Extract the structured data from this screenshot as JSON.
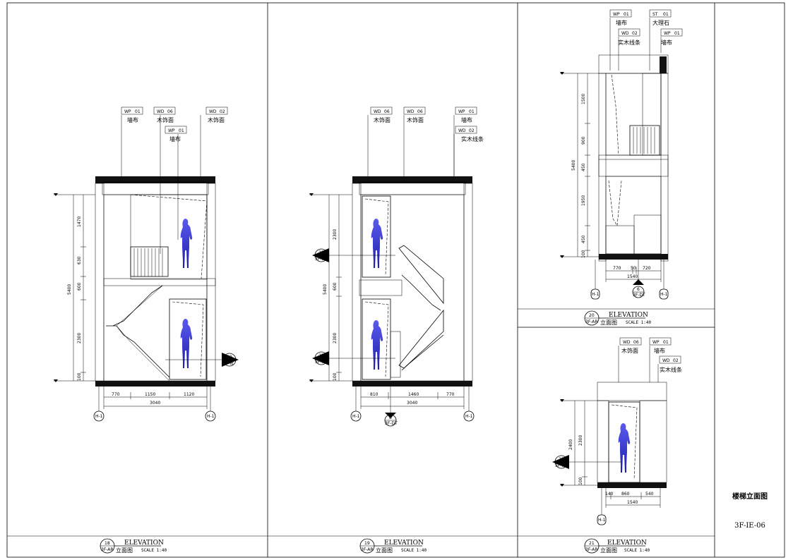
{
  "sheet": {
    "title": "楼梯立面图",
    "number": "3F-IE-06"
  },
  "views": [
    {
      "id": "v18",
      "tag_no": "18",
      "tag_ref": "3F-AR",
      "title": "ELEVATION",
      "subtitle": "立面图",
      "scale": "SCALE 1:40",
      "callouts": [
        {
          "code": "WP",
          "num": "01",
          "label": "墙布"
        },
        {
          "code": "WD",
          "num": "06",
          "label": "木饰面"
        },
        {
          "code": "WP",
          "num": "01",
          "label": "墙布"
        },
        {
          "code": "WD",
          "num": "02",
          "label": "木饰面"
        }
      ],
      "dims_h": [
        "770",
        "1150",
        "1120"
      ],
      "dim_total": "3040",
      "dims_v": [
        "1470",
        "630",
        "600",
        "2300",
        "100"
      ],
      "dim_v_total": "5400",
      "axes": [
        "H-1",
        "H-1"
      ],
      "section_ref": {
        "num": "20",
        "ref": "3F-IE"
      }
    },
    {
      "id": "v19",
      "tag_no": "19",
      "tag_ref": "3F-AR",
      "title": "ELEVATION",
      "subtitle": "立面图",
      "scale": "SCALE 1:40",
      "callouts": [
        {
          "code": "WD",
          "num": "06",
          "label": "木饰面"
        },
        {
          "code": "WD",
          "num": "06",
          "label": "木饰面"
        },
        {
          "code": "WP",
          "num": "01",
          "label": "墙布"
        },
        {
          "code": "WD",
          "num": "02",
          "label": "实木线条"
        }
      ],
      "dims_h": [
        "810",
        "1460",
        "770"
      ],
      "dim_total": "3040",
      "dims_v": [
        "2300",
        "600",
        "2300",
        "100"
      ],
      "dim_v_total": "5400",
      "axes": [
        "H-1",
        "H-1"
      ],
      "section_refs": [
        {
          "num": "22",
          "ref": "3F-IE"
        },
        {
          "num": "22",
          "ref": "3F-IE"
        }
      ],
      "bottom_ref": {
        "num": "6",
        "ref": "3F-DT"
      }
    },
    {
      "id": "v20",
      "tag_no": "20",
      "tag_ref": "3F-AR",
      "title": "ELEVATION",
      "subtitle": "立面图",
      "scale": "SCALE 1:40",
      "callouts": [
        {
          "code": "WP",
          "num": "01",
          "label": "墙布"
        },
        {
          "code": "ST",
          "num": "01",
          "label": "大理石"
        },
        {
          "code": "WD",
          "num": "02",
          "label": "实木线条"
        },
        {
          "code": "WP",
          "num": "01",
          "label": "墙布"
        }
      ],
      "dims_h": [
        "770",
        "50",
        "720"
      ],
      "dim_total": "1540",
      "dims_v": [
        "1500",
        "900",
        "450",
        "1950",
        "450",
        "100"
      ],
      "dim_v_total": "5400",
      "axes": [
        "H-1",
        "H-1"
      ],
      "bottom_ref": {
        "num": "6",
        "ref": "3F-DT"
      }
    },
    {
      "id": "v21",
      "tag_no": "21",
      "tag_ref": "3F-AR",
      "title": "ELEVATION",
      "subtitle": "立面图",
      "scale": "SCALE 1:40",
      "callouts": [
        {
          "code": "WD",
          "num": "06",
          "label": "木饰面"
        },
        {
          "code": "WP",
          "num": "01",
          "label": "墙布"
        },
        {
          "code": "WD",
          "num": "02",
          "label": "实木线条"
        }
      ],
      "dims_h": [
        "140",
        "860",
        "540"
      ],
      "dim_total": "1540",
      "dims_v": [
        "2400",
        "2300",
        "100"
      ],
      "axes": [
        "H-1"
      ],
      "section_ref": {
        "num": "20",
        "ref": "3F-IE"
      }
    }
  ],
  "colors": {
    "figure": "#3a3ad6",
    "line": "#000000",
    "fill_dots": "#e9e9e9"
  }
}
